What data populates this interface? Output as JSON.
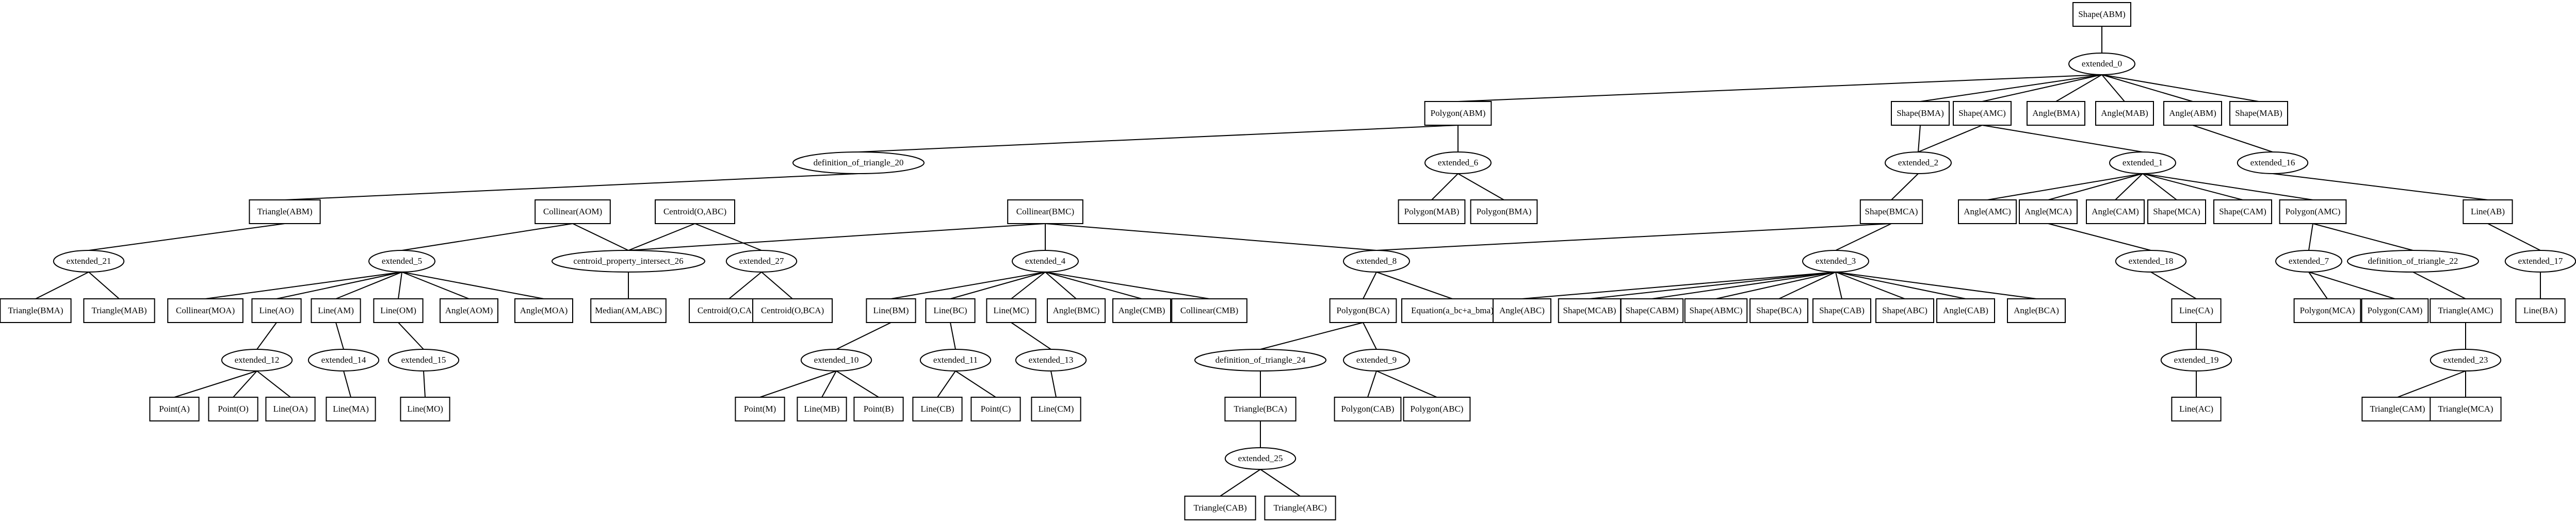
{
  "diagram": {
    "nodes": [
      {
        "id": "n0",
        "label": "Shape(ABM)",
        "shape": "box"
      },
      {
        "id": "n1",
        "label": "extended_0",
        "shape": "ellipse"
      },
      {
        "id": "n2",
        "label": "Polygon(ABM)",
        "shape": "box"
      },
      {
        "id": "n3",
        "label": "Shape(BMA)",
        "shape": "box"
      },
      {
        "id": "n4",
        "label": "Shape(AMC)",
        "shape": "box"
      },
      {
        "id": "n5",
        "label": "Angle(BMA)",
        "shape": "box"
      },
      {
        "id": "n6",
        "label": "Angle(MAB)",
        "shape": "box"
      },
      {
        "id": "n7",
        "label": "Angle(ABM)",
        "shape": "box"
      },
      {
        "id": "n8",
        "label": "Shape(MAB)",
        "shape": "box"
      },
      {
        "id": "n9",
        "label": "definition_of_triangle_20",
        "shape": "ellipse"
      },
      {
        "id": "n10",
        "label": "extended_6",
        "shape": "ellipse"
      },
      {
        "id": "n11",
        "label": "extended_2",
        "shape": "ellipse"
      },
      {
        "id": "n12",
        "label": "extended_1",
        "shape": "ellipse"
      },
      {
        "id": "n13",
        "label": "extended_16",
        "shape": "ellipse"
      },
      {
        "id": "n14",
        "label": "Triangle(ABM)",
        "shape": "box"
      },
      {
        "id": "n15",
        "label": "Collinear(AOM)",
        "shape": "box"
      },
      {
        "id": "n16",
        "label": "Centroid(O,ABC)",
        "shape": "box"
      },
      {
        "id": "n17",
        "label": "Collinear(BMC)",
        "shape": "box"
      },
      {
        "id": "n18",
        "label": "Polygon(MAB)",
        "shape": "box"
      },
      {
        "id": "n19",
        "label": "Polygon(BMA)",
        "shape": "box"
      },
      {
        "id": "n20",
        "label": "Shape(BMCA)",
        "shape": "box"
      },
      {
        "id": "n21",
        "label": "Angle(AMC)",
        "shape": "box"
      },
      {
        "id": "n22",
        "label": "Angle(MCA)",
        "shape": "box"
      },
      {
        "id": "n23",
        "label": "Angle(CAM)",
        "shape": "box"
      },
      {
        "id": "n24",
        "label": "Shape(MCA)",
        "shape": "box"
      },
      {
        "id": "n25",
        "label": "Shape(CAM)",
        "shape": "box"
      },
      {
        "id": "n26",
        "label": "Polygon(AMC)",
        "shape": "box"
      },
      {
        "id": "n27",
        "label": "Line(AB)",
        "shape": "box"
      },
      {
        "id": "n28",
        "label": "extended_21",
        "shape": "ellipse"
      },
      {
        "id": "n29",
        "label": "extended_5",
        "shape": "ellipse"
      },
      {
        "id": "n30",
        "label": "centroid_property_intersect_26",
        "shape": "ellipse"
      },
      {
        "id": "n31",
        "label": "extended_27",
        "shape": "ellipse"
      },
      {
        "id": "n32",
        "label": "extended_4",
        "shape": "ellipse"
      },
      {
        "id": "n33",
        "label": "extended_8",
        "shape": "ellipse"
      },
      {
        "id": "n34",
        "label": "extended_3",
        "shape": "ellipse"
      },
      {
        "id": "n35",
        "label": "extended_18",
        "shape": "ellipse"
      },
      {
        "id": "n36",
        "label": "extended_7",
        "shape": "ellipse"
      },
      {
        "id": "n37",
        "label": "definition_of_triangle_22",
        "shape": "ellipse"
      },
      {
        "id": "n38",
        "label": "extended_17",
        "shape": "ellipse"
      },
      {
        "id": "n39",
        "label": "Triangle(BMA)",
        "shape": "box"
      },
      {
        "id": "n40",
        "label": "Triangle(MAB)",
        "shape": "box"
      },
      {
        "id": "n41",
        "label": "Collinear(MOA)",
        "shape": "box"
      },
      {
        "id": "n42",
        "label": "Line(AO)",
        "shape": "box"
      },
      {
        "id": "n43",
        "label": "Line(AM)",
        "shape": "box"
      },
      {
        "id": "n44",
        "label": "Line(OM)",
        "shape": "box"
      },
      {
        "id": "n45",
        "label": "Angle(AOM)",
        "shape": "box"
      },
      {
        "id": "n46",
        "label": "Angle(MOA)",
        "shape": "box"
      },
      {
        "id": "n47",
        "label": "Median(AM,ABC)",
        "shape": "box"
      },
      {
        "id": "n48",
        "label": "Centroid(O,CAB)",
        "shape": "box"
      },
      {
        "id": "n49",
        "label": "Centroid(O,BCA)",
        "shape": "box"
      },
      {
        "id": "n50",
        "label": "Line(BM)",
        "shape": "box"
      },
      {
        "id": "n51",
        "label": "Line(BC)",
        "shape": "box"
      },
      {
        "id": "n52",
        "label": "Line(MC)",
        "shape": "box"
      },
      {
        "id": "n53",
        "label": "Angle(BMC)",
        "shape": "box"
      },
      {
        "id": "n54",
        "label": "Angle(CMB)",
        "shape": "box"
      },
      {
        "id": "n55",
        "label": "Collinear(CMB)",
        "shape": "box"
      },
      {
        "id": "n56",
        "label": "Polygon(BCA)",
        "shape": "box"
      },
      {
        "id": "n57",
        "label": "Equation(a_bc+a_bma)",
        "shape": "box"
      },
      {
        "id": "n58",
        "label": "Angle(ABC)",
        "shape": "box"
      },
      {
        "id": "n59",
        "label": "Shape(MCAB)",
        "shape": "box"
      },
      {
        "id": "n60",
        "label": "Shape(CABM)",
        "shape": "box"
      },
      {
        "id": "n61",
        "label": "Shape(ABMC)",
        "shape": "box"
      },
      {
        "id": "n62",
        "label": "Shape(BCA)",
        "shape": "box"
      },
      {
        "id": "n63",
        "label": "Shape(CAB)",
        "shape": "box"
      },
      {
        "id": "n64",
        "label": "Shape(ABC)",
        "shape": "box"
      },
      {
        "id": "n65",
        "label": "Angle(CAB)",
        "shape": "box"
      },
      {
        "id": "n66",
        "label": "Angle(BCA)",
        "shape": "box"
      },
      {
        "id": "n67",
        "label": "Line(CA)",
        "shape": "box"
      },
      {
        "id": "n68",
        "label": "Polygon(MCA)",
        "shape": "box"
      },
      {
        "id": "n69",
        "label": "Polygon(CAM)",
        "shape": "box"
      },
      {
        "id": "n70",
        "label": "Triangle(AMC)",
        "shape": "box"
      },
      {
        "id": "n71",
        "label": "Line(BA)",
        "shape": "box"
      },
      {
        "id": "n72",
        "label": "extended_12",
        "shape": "ellipse"
      },
      {
        "id": "n73",
        "label": "extended_14",
        "shape": "ellipse"
      },
      {
        "id": "n74",
        "label": "extended_15",
        "shape": "ellipse"
      },
      {
        "id": "n75",
        "label": "extended_10",
        "shape": "ellipse"
      },
      {
        "id": "n76",
        "label": "extended_11",
        "shape": "ellipse"
      },
      {
        "id": "n77",
        "label": "extended_13",
        "shape": "ellipse"
      },
      {
        "id": "n78",
        "label": "definition_of_triangle_24",
        "shape": "ellipse"
      },
      {
        "id": "n79",
        "label": "extended_9",
        "shape": "ellipse"
      },
      {
        "id": "n80",
        "label": "extended_19",
        "shape": "ellipse"
      },
      {
        "id": "n81",
        "label": "extended_23",
        "shape": "ellipse"
      },
      {
        "id": "n82",
        "label": "Point(A)",
        "shape": "box"
      },
      {
        "id": "n83",
        "label": "Point(O)",
        "shape": "box"
      },
      {
        "id": "n84",
        "label": "Line(OA)",
        "shape": "box"
      },
      {
        "id": "n85",
        "label": "Line(MA)",
        "shape": "box"
      },
      {
        "id": "n86",
        "label": "Line(MO)",
        "shape": "box"
      },
      {
        "id": "n87",
        "label": "Point(M)",
        "shape": "box"
      },
      {
        "id": "n88",
        "label": "Line(MB)",
        "shape": "box"
      },
      {
        "id": "n89",
        "label": "Point(B)",
        "shape": "box"
      },
      {
        "id": "n90",
        "label": "Line(CB)",
        "shape": "box"
      },
      {
        "id": "n91",
        "label": "Point(C)",
        "shape": "box"
      },
      {
        "id": "n92",
        "label": "Line(CM)",
        "shape": "box"
      },
      {
        "id": "n93",
        "label": "Triangle(BCA)",
        "shape": "box"
      },
      {
        "id": "n94",
        "label": "Polygon(CAB)",
        "shape": "box"
      },
      {
        "id": "n95",
        "label": "Polygon(ABC)",
        "shape": "box"
      },
      {
        "id": "n96",
        "label": "Line(AC)",
        "shape": "box"
      },
      {
        "id": "n97",
        "label": "Triangle(CAM)",
        "shape": "box"
      },
      {
        "id": "n98",
        "label": "Triangle(MCA)",
        "shape": "box"
      },
      {
        "id": "n99",
        "label": "extended_25",
        "shape": "ellipse"
      },
      {
        "id": "n100",
        "label": "Triangle(CAB)",
        "shape": "box"
      },
      {
        "id": "n101",
        "label": "Triangle(ABC)",
        "shape": "box"
      }
    ],
    "edges": [
      [
        "n0",
        "n1"
      ],
      [
        "n1",
        "n2"
      ],
      [
        "n1",
        "n3"
      ],
      [
        "n1",
        "n4"
      ],
      [
        "n1",
        "n5"
      ],
      [
        "n1",
        "n6"
      ],
      [
        "n1",
        "n7"
      ],
      [
        "n1",
        "n8"
      ],
      [
        "n2",
        "n9"
      ],
      [
        "n2",
        "n10"
      ],
      [
        "n3",
        "n11"
      ],
      [
        "n4",
        "n11"
      ],
      [
        "n4",
        "n12"
      ],
      [
        "n7",
        "n13"
      ],
      [
        "n9",
        "n14"
      ],
      [
        "n10",
        "n18"
      ],
      [
        "n10",
        "n19"
      ],
      [
        "n11",
        "n20"
      ],
      [
        "n12",
        "n21"
      ],
      [
        "n12",
        "n22"
      ],
      [
        "n12",
        "n23"
      ],
      [
        "n12",
        "n24"
      ],
      [
        "n12",
        "n25"
      ],
      [
        "n12",
        "n26"
      ],
      [
        "n13",
        "n27"
      ],
      [
        "n14",
        "n28"
      ],
      [
        "n15",
        "n29"
      ],
      [
        "n15",
        "n30"
      ],
      [
        "n16",
        "n30"
      ],
      [
        "n16",
        "n31"
      ],
      [
        "n17",
        "n30"
      ],
      [
        "n17",
        "n32"
      ],
      [
        "n17",
        "n33"
      ],
      [
        "n20",
        "n33"
      ],
      [
        "n20",
        "n34"
      ],
      [
        "n22",
        "n35"
      ],
      [
        "n26",
        "n36"
      ],
      [
        "n26",
        "n37"
      ],
      [
        "n27",
        "n38"
      ],
      [
        "n28",
        "n39"
      ],
      [
        "n28",
        "n40"
      ],
      [
        "n29",
        "n41"
      ],
      [
        "n29",
        "n42"
      ],
      [
        "n29",
        "n43"
      ],
      [
        "n29",
        "n44"
      ],
      [
        "n29",
        "n45"
      ],
      [
        "n29",
        "n46"
      ],
      [
        "n30",
        "n47"
      ],
      [
        "n31",
        "n48"
      ],
      [
        "n31",
        "n49"
      ],
      [
        "n32",
        "n50"
      ],
      [
        "n32",
        "n51"
      ],
      [
        "n32",
        "n52"
      ],
      [
        "n32",
        "n53"
      ],
      [
        "n32",
        "n54"
      ],
      [
        "n32",
        "n55"
      ],
      [
        "n33",
        "n56"
      ],
      [
        "n33",
        "n57"
      ],
      [
        "n34",
        "n58"
      ],
      [
        "n34",
        "n59"
      ],
      [
        "n34",
        "n60"
      ],
      [
        "n34",
        "n61"
      ],
      [
        "n34",
        "n62"
      ],
      [
        "n34",
        "n63"
      ],
      [
        "n34",
        "n64"
      ],
      [
        "n34",
        "n65"
      ],
      [
        "n34",
        "n66"
      ],
      [
        "n35",
        "n67"
      ],
      [
        "n36",
        "n68"
      ],
      [
        "n36",
        "n69"
      ],
      [
        "n37",
        "n70"
      ],
      [
        "n38",
        "n71"
      ],
      [
        "n42",
        "n72"
      ],
      [
        "n43",
        "n73"
      ],
      [
        "n44",
        "n74"
      ],
      [
        "n50",
        "n75"
      ],
      [
        "n51",
        "n76"
      ],
      [
        "n52",
        "n77"
      ],
      [
        "n56",
        "n78"
      ],
      [
        "n56",
        "n79"
      ],
      [
        "n67",
        "n80"
      ],
      [
        "n70",
        "n81"
      ],
      [
        "n72",
        "n82"
      ],
      [
        "n72",
        "n83"
      ],
      [
        "n72",
        "n84"
      ],
      [
        "n73",
        "n85"
      ],
      [
        "n74",
        "n86"
      ],
      [
        "n75",
        "n87"
      ],
      [
        "n75",
        "n88"
      ],
      [
        "n75",
        "n89"
      ],
      [
        "n76",
        "n90"
      ],
      [
        "n76",
        "n91"
      ],
      [
        "n77",
        "n92"
      ],
      [
        "n78",
        "n93"
      ],
      [
        "n79",
        "n94"
      ],
      [
        "n79",
        "n95"
      ],
      [
        "n80",
        "n96"
      ],
      [
        "n81",
        "n97"
      ],
      [
        "n81",
        "n98"
      ],
      [
        "n93",
        "n99"
      ],
      [
        "n99",
        "n100"
      ],
      [
        "n99",
        "n101"
      ]
    ]
  }
}
